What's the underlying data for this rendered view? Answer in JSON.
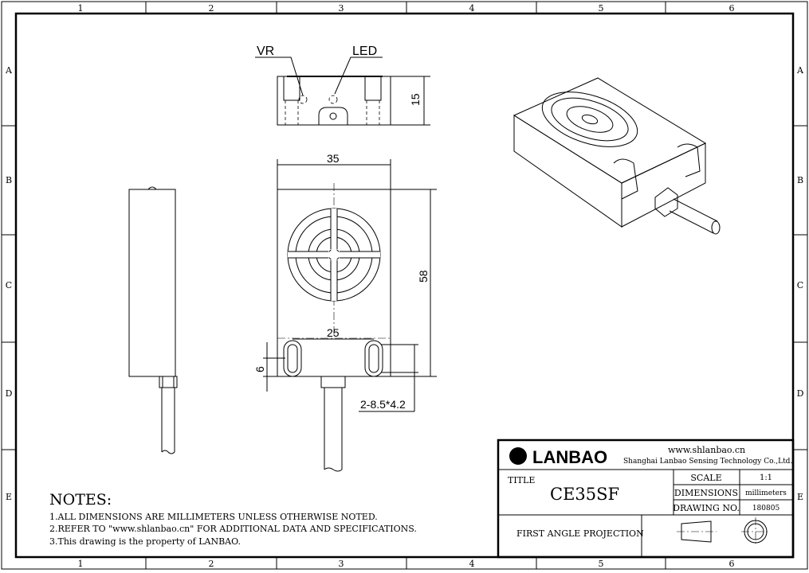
{
  "grid": {
    "columns": [
      "1",
      "2",
      "3",
      "4",
      "5",
      "6"
    ],
    "rows": [
      "A",
      "B",
      "C",
      "D",
      "E"
    ]
  },
  "views": {
    "top": {
      "vr_label": "VR",
      "led_label": "LED",
      "height_dim": "15"
    },
    "front": {
      "width_dim": "35",
      "height_dim": "58",
      "hole_spacing_dim": "25",
      "slot_dim": "6",
      "hole_note": "2-8.5*4.2"
    }
  },
  "notes": {
    "heading": "NOTES:",
    "items": [
      "1.ALL DIMENSIONS ARE MILLIMETERS UNLESS OTHERWISE NOTED.",
      "2.REFER TO \"www.shlanbao.cn\" FOR ADDITIONAL DATA AND SPECIFICATIONS.",
      "3.This drawing is the property of LANBAO."
    ]
  },
  "title_block": {
    "logo_text": "LANBAO",
    "website": "www.shlanbao.cn",
    "company": "Shanghai Lanbao Sensing Technology Co.,Ltd.",
    "title_label": "TITLE",
    "title_value": "CE35SF",
    "scale_label": "SCALE",
    "scale_value": "1:1",
    "dimensions_label": "DIMENSIONS",
    "dimensions_value": "millimeters",
    "drawing_no_label": "DRAWING NO.",
    "drawing_no_value": "180805",
    "projection": "FIRST ANGLE PROJECTION"
  }
}
